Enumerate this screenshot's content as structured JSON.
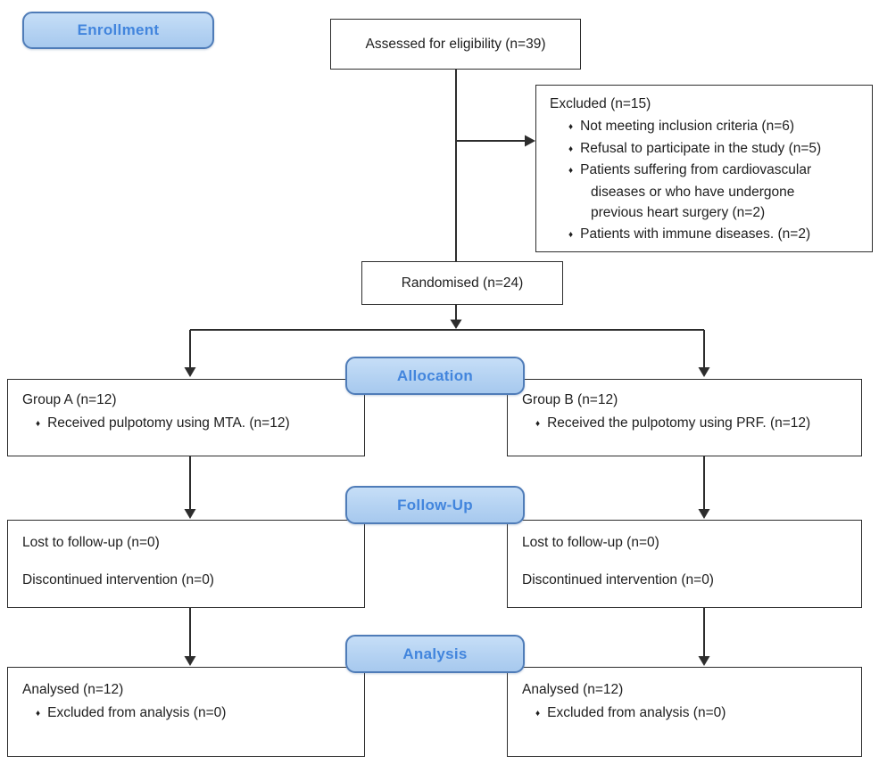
{
  "bullet_char": "♦",
  "stages": {
    "enrollment": "Enrollment",
    "allocation": "Allocation",
    "follow_up": "Follow-Up",
    "analysis": "Analysis"
  },
  "boxes": {
    "assessed": {
      "text": "Assessed for eligibility (n=39)"
    },
    "excluded": {
      "title": "Excluded (n=15)",
      "items": [
        "Not meeting inclusion criteria (n=6)",
        "Refusal to participate in the study (n=5)",
        "Patients suffering from cardiovascular diseases or who have undergone previous heart surgery (n=2)",
        "Patients with immune diseases. (n=2)"
      ]
    },
    "randomised": {
      "text": "Randomised (n=24)"
    },
    "group_a": {
      "title": "Group A (n=12)",
      "items": [
        "Received pulpotomy using MTA. (n=12)"
      ]
    },
    "group_b": {
      "title": "Group B (n=12)",
      "items": [
        "Received the pulpotomy using PRF. (n=12)"
      ]
    },
    "follow_up_left": {
      "lines": [
        "Lost to follow-up (n=0)",
        "Discontinued intervention (n=0)"
      ]
    },
    "follow_up_right": {
      "lines": [
        "Lost to follow-up (n=0)",
        "Discontinued intervention (n=0)"
      ]
    },
    "analysis_left": {
      "title": "Analysed (n=12)",
      "items": [
        "Excluded from analysis (n=0)"
      ]
    },
    "analysis_right": {
      "title": "Analysed (n=12)",
      "items": [
        "Excluded from analysis (n=0)"
      ]
    }
  },
  "colors": {
    "stage_fill_top": "#c6def7",
    "stage_fill_bottom": "#a7c9ee",
    "stage_border": "#4f7cb8",
    "stage_text": "#4285dd",
    "box_border": "#2d2d2d",
    "line": "#2d2d2d",
    "text": "#1e1e1e",
    "background": "#ffffff"
  }
}
